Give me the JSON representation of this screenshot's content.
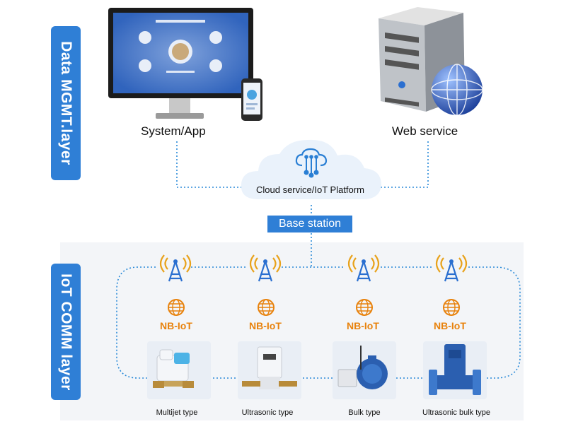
{
  "layers": {
    "data_mgmt": "Data MGMT.layer",
    "iot_comm": "IoT COMM layer"
  },
  "nodes": {
    "system_app": "System/App",
    "web_service": "Web service",
    "cloud": "Cloud service/IoT Platform",
    "base_station": "Base station"
  },
  "nb_iot": {
    "nb": "NB-",
    "iot": "IoT"
  },
  "meters": [
    {
      "label": "Multijet type"
    },
    {
      "label": "Ultrasonic type"
    },
    {
      "label": "Bulk type"
    },
    {
      "label": "Ultrasonic bulk type"
    }
  ],
  "colors": {
    "accent": "#2f7fd6",
    "nb_orange": "#e8820c",
    "dotted_line": "#2a8ad8"
  }
}
